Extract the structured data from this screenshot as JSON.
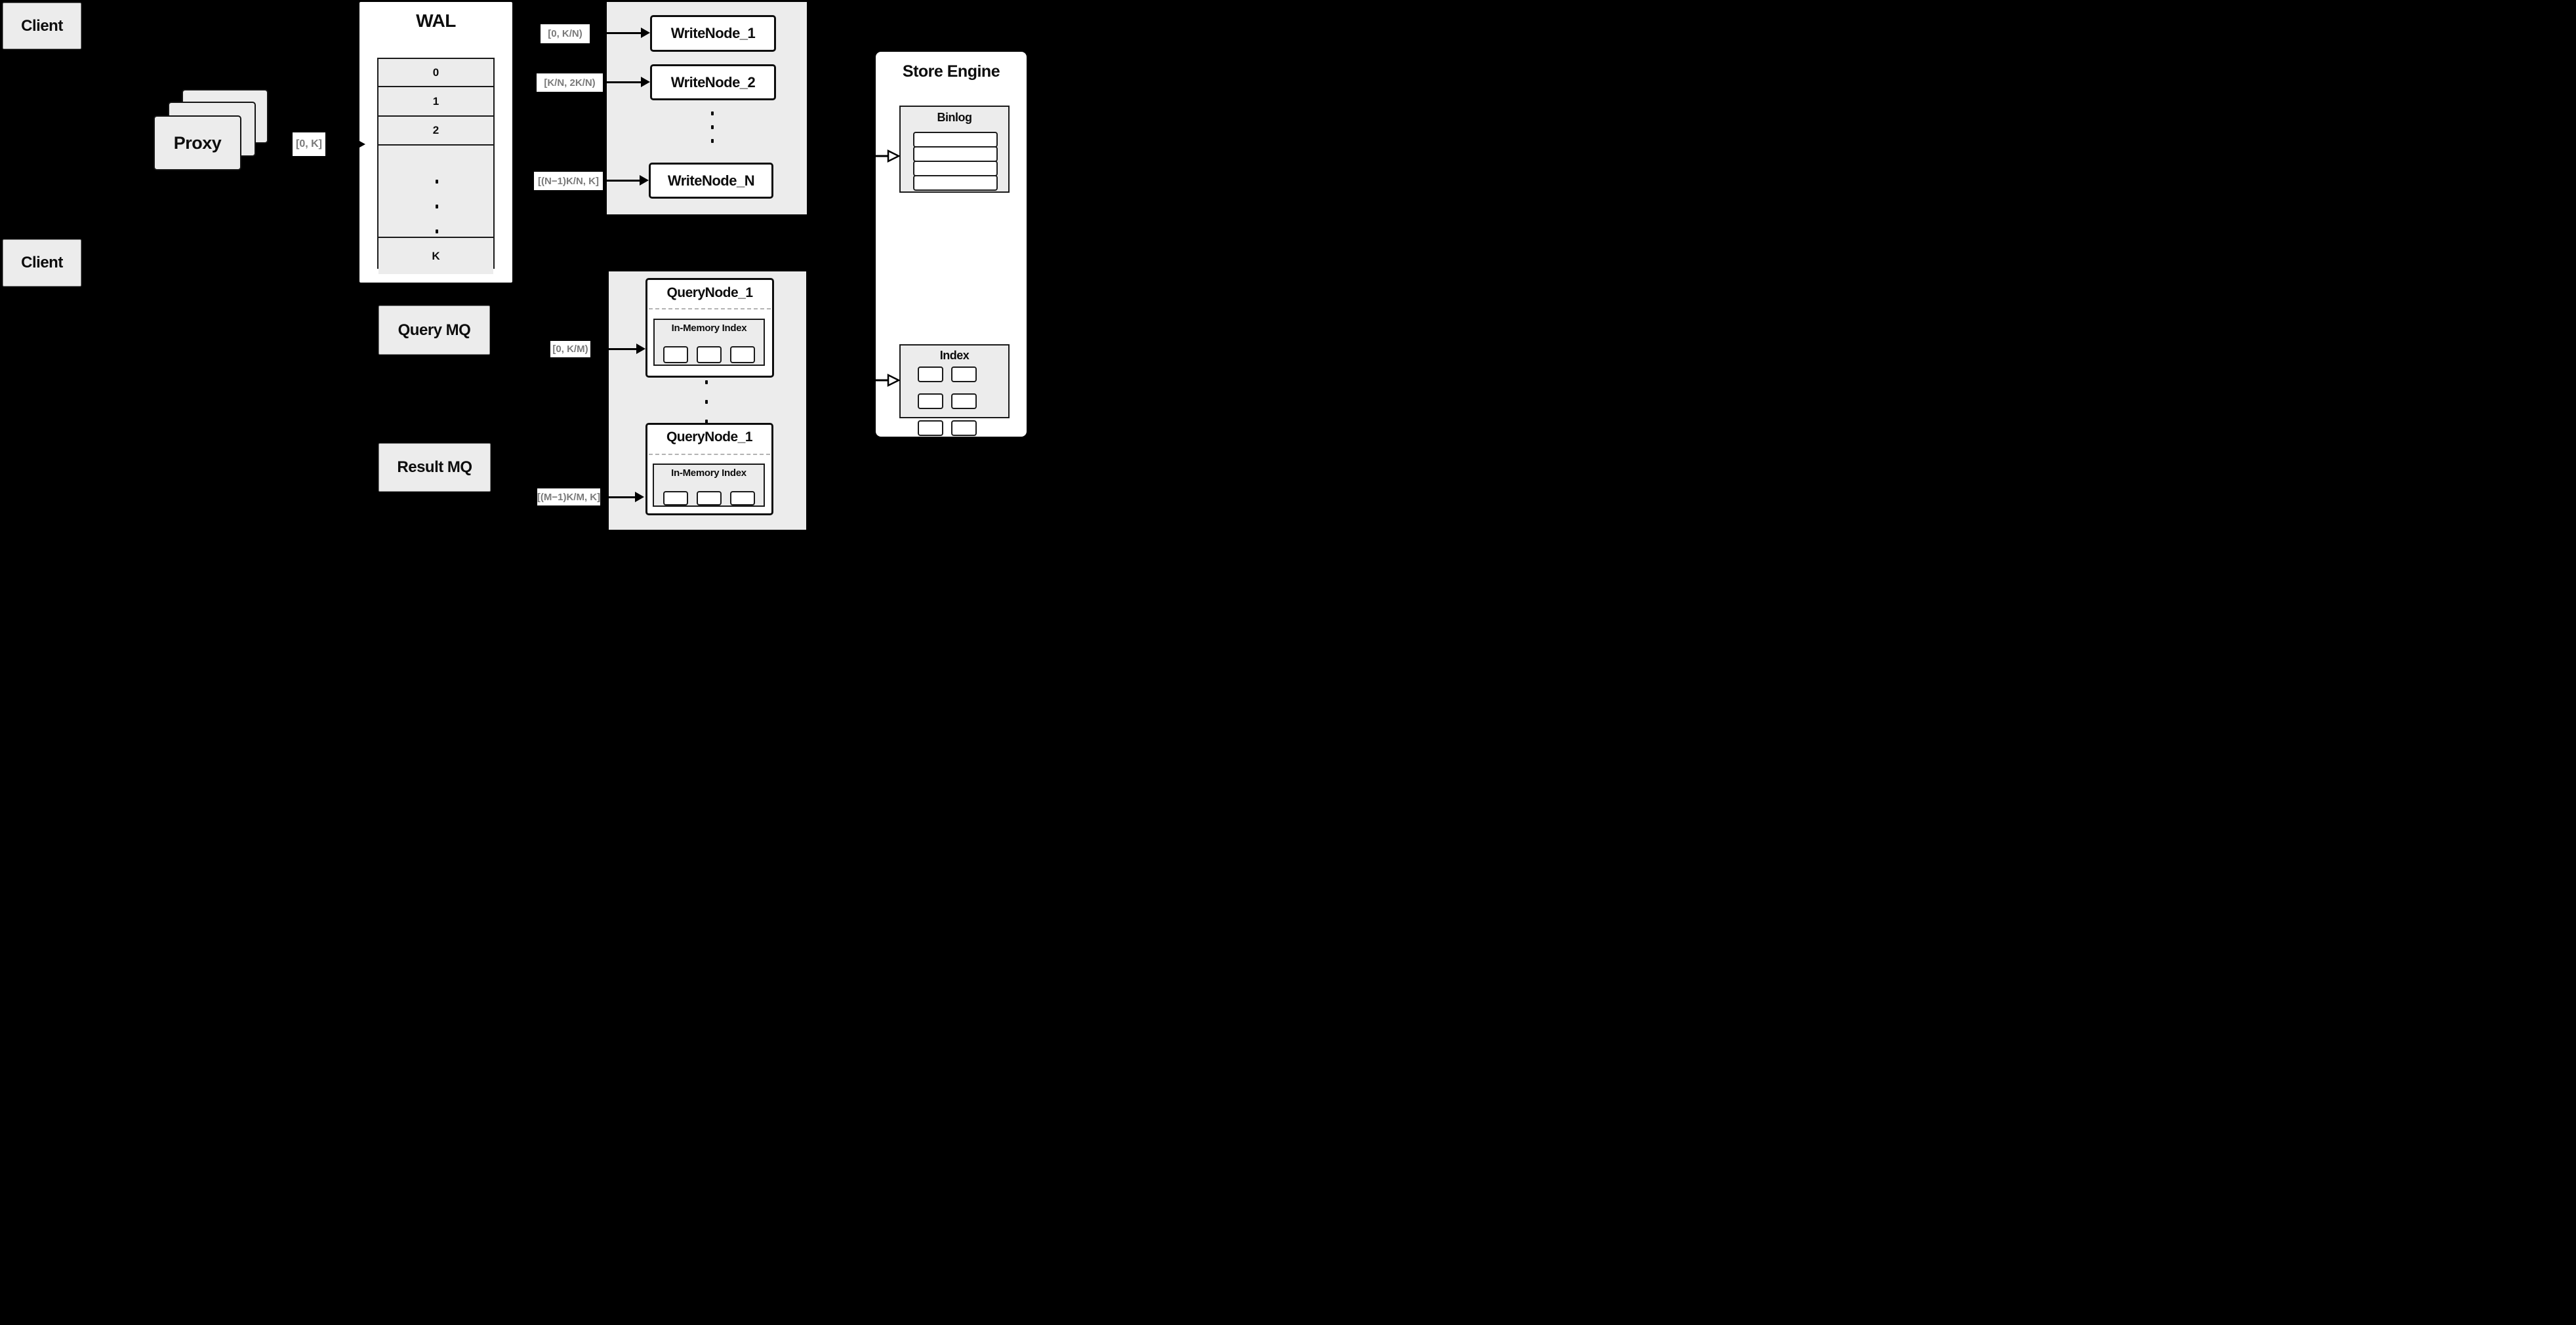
{
  "diagram": {
    "clients": [
      {
        "label": "Client"
      },
      {
        "label": "Client"
      }
    ],
    "proxy": {
      "label": "Proxy",
      "stack_count": 3,
      "range_label": "[0, K]"
    },
    "wal": {
      "title": "WAL",
      "segments": [
        "0",
        "1",
        "2"
      ],
      "ellipsis": "⋮",
      "last_segment": "K"
    },
    "write_node_group": {
      "ellipsis": "⋮",
      "nodes": [
        {
          "label": "WriteNode_1",
          "range_label": "[0, K/N)"
        },
        {
          "label": "WriteNode_2",
          "range_label": "[K/N, 2K/N)"
        },
        {
          "label": "WriteNode_N",
          "range_label": "[(N−1)K/N, K]"
        }
      ]
    },
    "store_engine": {
      "title": "Store Engine",
      "binlog": {
        "title": "Binlog",
        "slot_count": 4
      },
      "index": {
        "title": "Index",
        "slot_count": 6
      }
    },
    "message_queues": [
      {
        "label": "Query MQ"
      },
      {
        "label": "Result MQ"
      }
    ],
    "query_node_group": {
      "ellipsis": "⋮",
      "nodes": [
        {
          "title": "QueryNode_1",
          "index_label": "In-Memory Index",
          "segment_count": 3,
          "range_label": "[0, K/M)"
        },
        {
          "title": "QueryNode_1",
          "index_label": "In-Memory Index",
          "segment_count": 3,
          "range_label": "[(M−1)K/M, K]"
        }
      ]
    },
    "colors": {
      "background": "#000000",
      "panel_gray": "#ececec",
      "white": "#ffffff",
      "border_black": "#0d0d0d",
      "label_text_gray": "#7a7a7a"
    }
  }
}
